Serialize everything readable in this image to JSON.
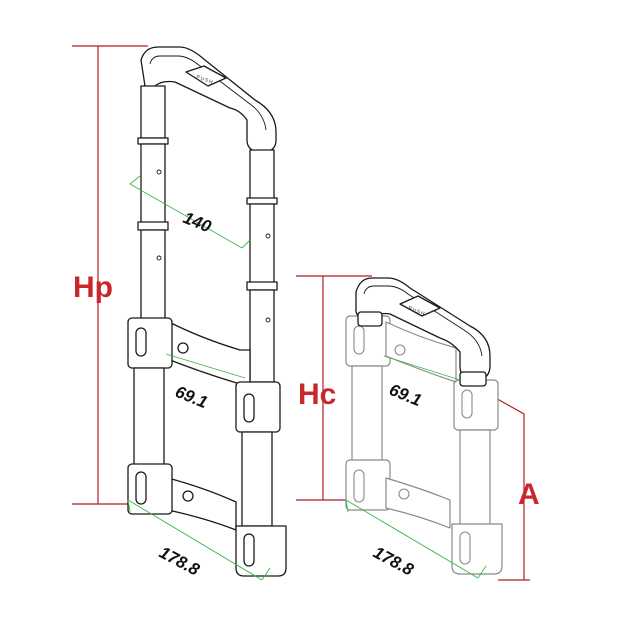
{
  "extended_handle": {
    "height_label": "Hp",
    "handle_spacing": "140",
    "inner_width": "69.1",
    "base_width": "178.8",
    "grip_text": "PUSH"
  },
  "collapsed_handle": {
    "height_label": "Hc",
    "inner_width": "69.1",
    "base_width": "178.8",
    "offset_label": "A",
    "grip_text": "PUSH"
  },
  "colors": {
    "dimension_red": "#c8282c",
    "dimension_green": "#39b54a",
    "outline": "#1a1a1a"
  }
}
